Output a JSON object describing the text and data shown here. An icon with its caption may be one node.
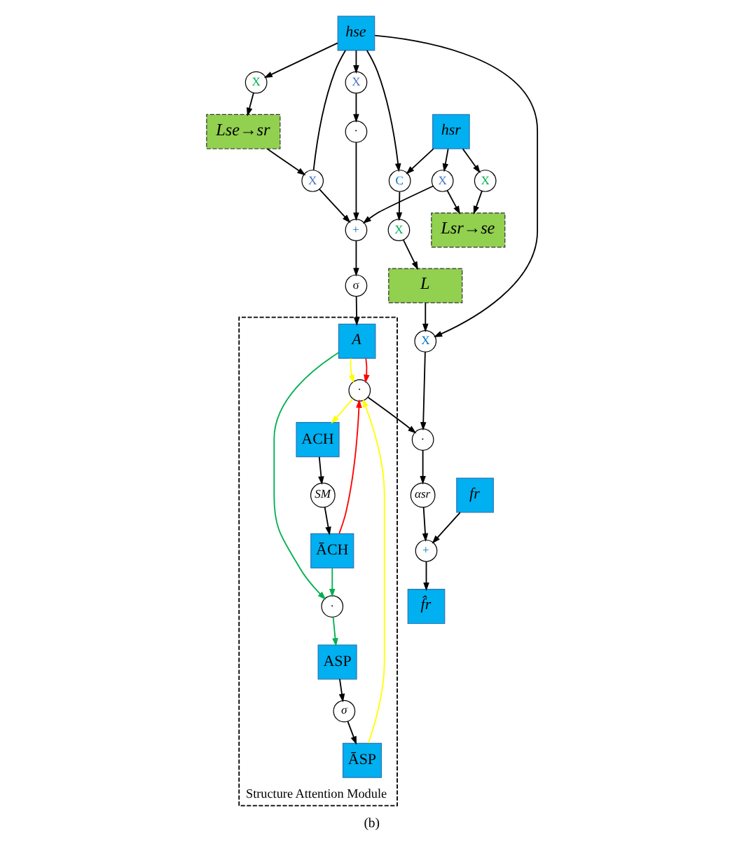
{
  "diagram": {
    "caption": "(b)",
    "nodes": [
      {
        "text": [
          "X"
        ]
      },
      {
        "text": [
          "X"
        ]
      },
      {
        "text": [
          "Lse→sr"
        ]
      },
      {
        "text": [
          "X"
        ]
      },
      {
        "text": [
          "·"
        ]
      },
      {
        "text": [
          "hse"
        ]
      },
      {
        "text": [
          "C"
        ]
      },
      {
        "text": [
          "hsr"
        ]
      },
      {
        "text": [
          "X"
        ]
      },
      {
        "text": [
          "+"
        ]
      },
      {
        "text": [
          "X"
        ]
      },
      {
        "text": [
          "Lsr→se"
        ]
      },
      {
        "text": [
          "σ"
        ]
      },
      {
        "text": [
          "Structure Attention Module"
        ]
      },
      {
        "text": [
          "X"
        ]
      },
      {
        "text": [
          "L"
        ]
      },
      {
        "text": [
          "A"
        ],
        "in": 13
      },
      {
        "text": [
          "X"
        ]
      },
      {
        "text": [
          "·"
        ]
      },
      {
        "text": [
          "·"
        ],
        "in": 13
      },
      {
        "text": [
          "ACH"
        ],
        "in": 13
      },
      {
        "text": [
          "SM"
        ],
        "in": 13
      },
      {
        "text": [
          "fr"
        ]
      },
      {
        "text": [
          "+"
        ]
      },
      {
        "text": [
          "αsr"
        ]
      },
      {
        "text": [
          "ĀSP"
        ],
        "in": 13
      },
      {
        "text": [
          "ĀCH"
        ],
        "in": 13
      },
      {
        "text": [
          "f̂r"
        ]
      },
      {
        "text": [
          "σ"
        ],
        "in": 13
      },
      {
        "text": [
          "ASP"
        ],
        "in": 13
      },
      {
        "text": [
          "·"
        ],
        "in": 13
      }
    ],
    "edges": [
      {
        "from": 5,
        "to": 0,
        "arrow": "none"
      },
      {
        "from": 0,
        "to": 9,
        "arrow": "to"
      },
      {
        "from": 5,
        "to": 1,
        "arrow": "to"
      },
      {
        "from": 1,
        "to": 2,
        "arrow": "to"
      },
      {
        "from": 2,
        "to": 0,
        "arrow": "to"
      },
      {
        "from": 5,
        "to": 3,
        "arrow": "to"
      },
      {
        "from": 3,
        "to": 4,
        "arrow": "to"
      },
      {
        "from": 4,
        "to": 9,
        "arrow": "to"
      },
      {
        "from": 5,
        "to": 6,
        "arrow": "to"
      },
      {
        "from": 7,
        "to": 6,
        "arrow": "to"
      },
      {
        "from": 7,
        "to": 8,
        "arrow": "to"
      },
      {
        "from": 8,
        "to": 9,
        "arrow": "to"
      },
      {
        "from": 8,
        "to": 11,
        "arrow": "to"
      },
      {
        "from": 7,
        "to": 10,
        "arrow": "to"
      },
      {
        "from": 10,
        "to": 11,
        "arrow": "to"
      },
      {
        "from": 9,
        "to": 12,
        "arrow": "to"
      },
      {
        "from": 12,
        "to": 16,
        "arrow": "to"
      },
      {
        "from": 6,
        "to": 14,
        "arrow": "to"
      },
      {
        "from": 14,
        "to": 15,
        "arrow": "to"
      },
      {
        "from": 15,
        "to": 17,
        "arrow": "to"
      },
      {
        "from": 5,
        "to": 17,
        "arrow": "to"
      },
      {
        "from": 17,
        "to": 18,
        "arrow": "to"
      },
      {
        "from": 19,
        "to": 18,
        "arrow": "to"
      },
      {
        "from": 18,
        "to": 24,
        "arrow": "to"
      },
      {
        "from": 24,
        "to": 23,
        "arrow": "to"
      },
      {
        "from": 22,
        "to": 23,
        "arrow": "to"
      },
      {
        "from": 23,
        "to": 27,
        "arrow": "to"
      },
      {
        "from": 16,
        "to": 19,
        "arrow": "to",
        "color": "#ffff00"
      },
      {
        "from": 16,
        "to": 19,
        "arrow": "to",
        "color": "#ff0000"
      },
      {
        "from": 16,
        "to": 30,
        "arrow": "to",
        "color": "#00b050"
      },
      {
        "from": 19,
        "to": 20,
        "arrow": "to",
        "color": "#ffff00"
      },
      {
        "from": 20,
        "to": 21,
        "arrow": "to"
      },
      {
        "from": 21,
        "to": 26,
        "arrow": "to"
      },
      {
        "from": 26,
        "to": 19,
        "arrow": "to",
        "color": "#ff0000"
      },
      {
        "from": 26,
        "to": 30,
        "arrow": "to",
        "color": "#00b050"
      },
      {
        "from": 30,
        "to": 29,
        "arrow": "to",
        "color": "#00b050"
      },
      {
        "from": 29,
        "to": 28,
        "arrow": "to"
      },
      {
        "from": 28,
        "to": 25,
        "arrow": "to"
      },
      {
        "from": 25,
        "to": 19,
        "arrow": "to",
        "color": "#ffff00"
      }
    ]
  }
}
